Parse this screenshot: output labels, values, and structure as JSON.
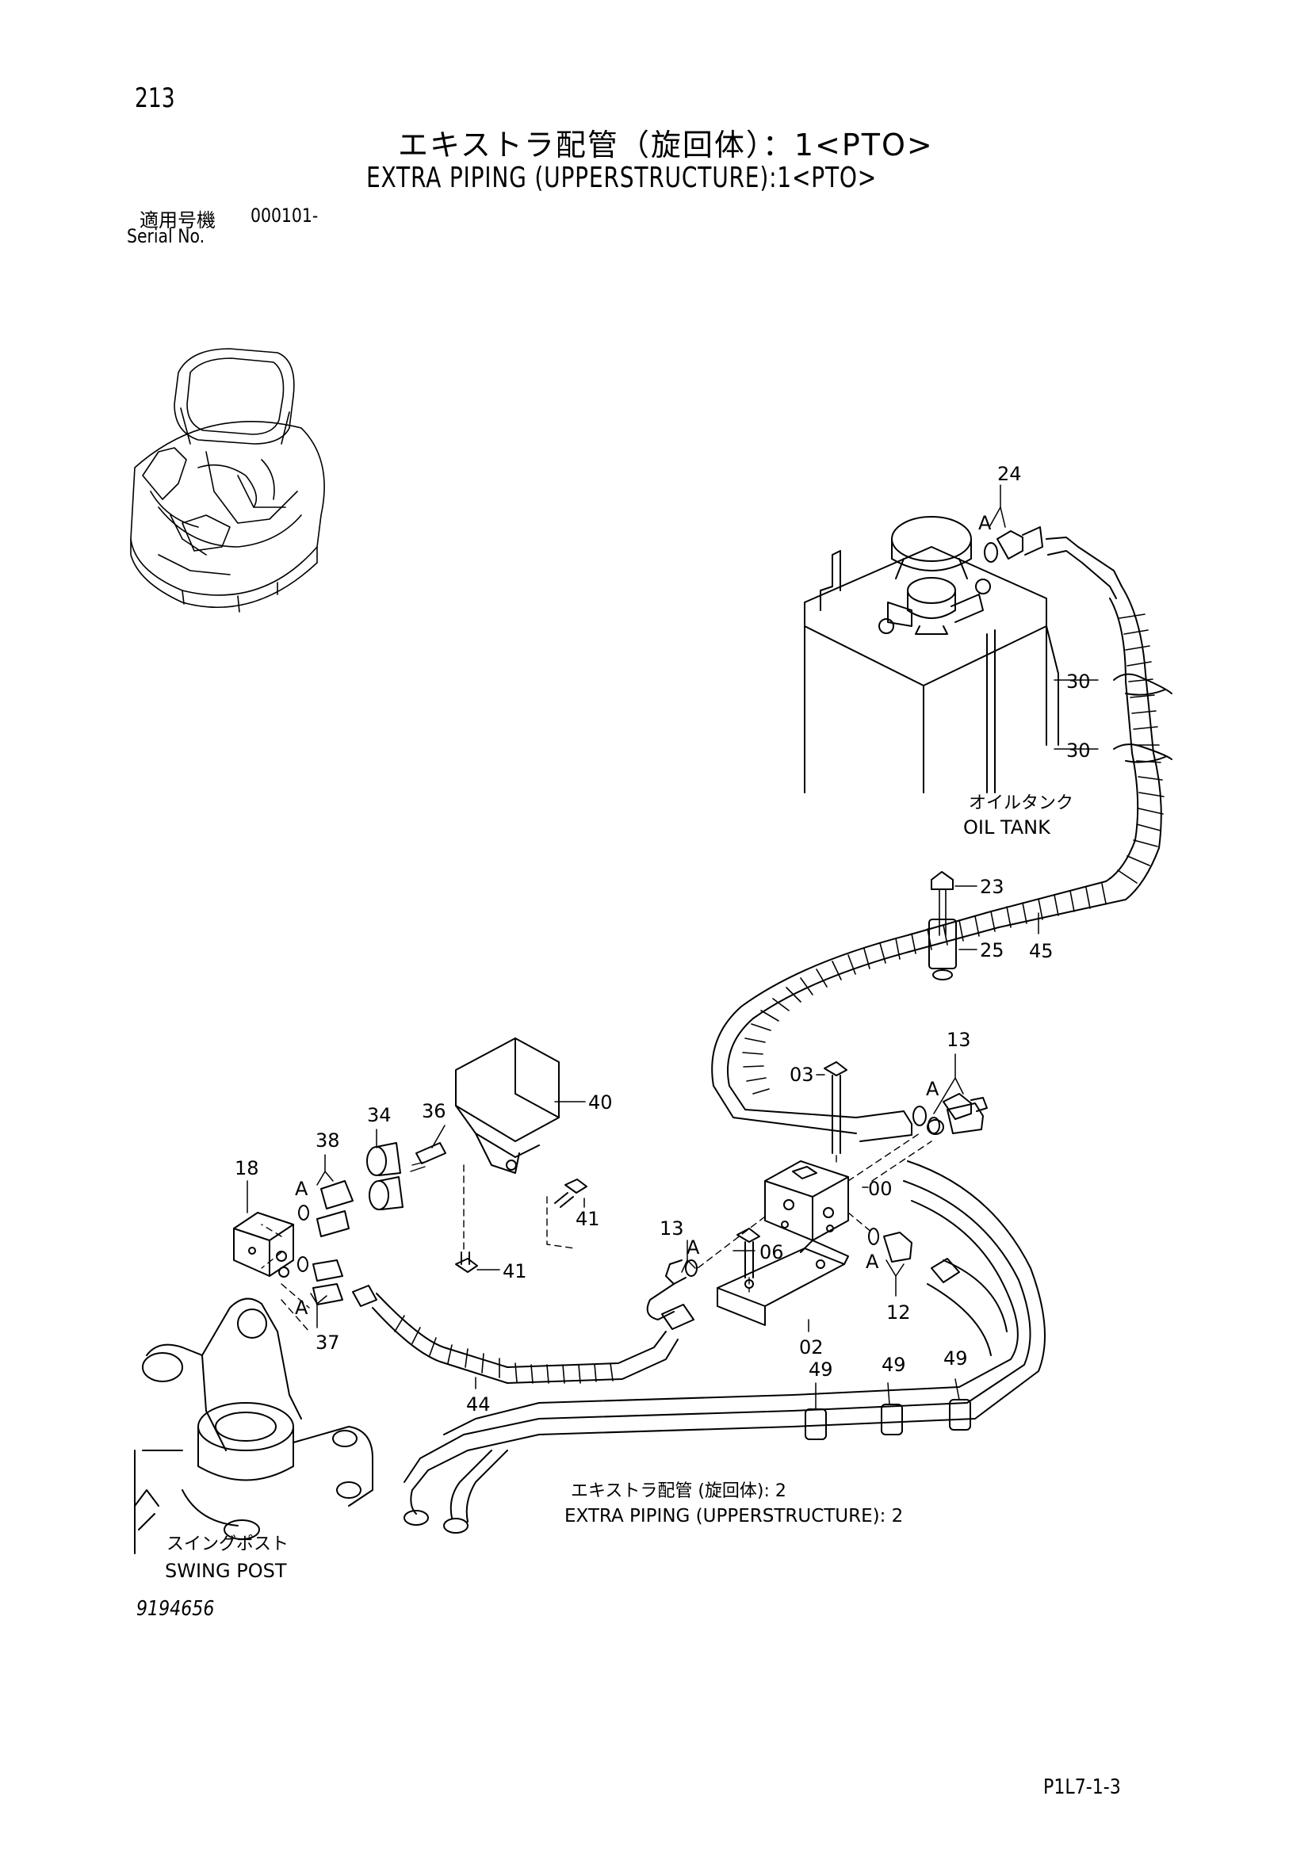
{
  "header": {
    "page_number": "213",
    "title_jp": "エキストラ配管（旋回体）：1<PTO>",
    "title_en": "EXTRA PIPING (UPPERSTRUCTURE):1<PTO>",
    "serial_label_jp": "適用号機",
    "serial_value": "000101-",
    "serial_label_en": "Serial No."
  },
  "labels": {
    "oil_tank_jp": "オイルタンク",
    "oil_tank_en": "OIL TANK",
    "swing_post_jp": "スイングポスト",
    "swing_post_en": "SWING POST",
    "ref_jp": "エキストラ配管 (旋回体): 2",
    "ref_en": "EXTRA PIPING (UPPERSTRUCTURE): 2"
  },
  "callouts": {
    "p24": "24",
    "p30a": "30",
    "p30b": "30",
    "p23": "23",
    "p25": "25",
    "p45": "45",
    "p13a": "13",
    "p03": "03",
    "p40": "40",
    "p36": "36",
    "p34": "34",
    "p38": "38",
    "p18": "18",
    "p41a": "41",
    "p41b": "41",
    "p13b": "13",
    "p00": "00",
    "p06": "06",
    "p12": "12",
    "p02": "02",
    "p37": "37",
    "p44": "44",
    "p49a": "49",
    "p49b": "49",
    "p49c": "49",
    "a1": "A",
    "a2": "A",
    "a3": "A",
    "a4": "A",
    "a5": "A",
    "a6": "A"
  },
  "footer": {
    "drawing_number": "9194656",
    "page_code": "P1L7-1-3"
  }
}
